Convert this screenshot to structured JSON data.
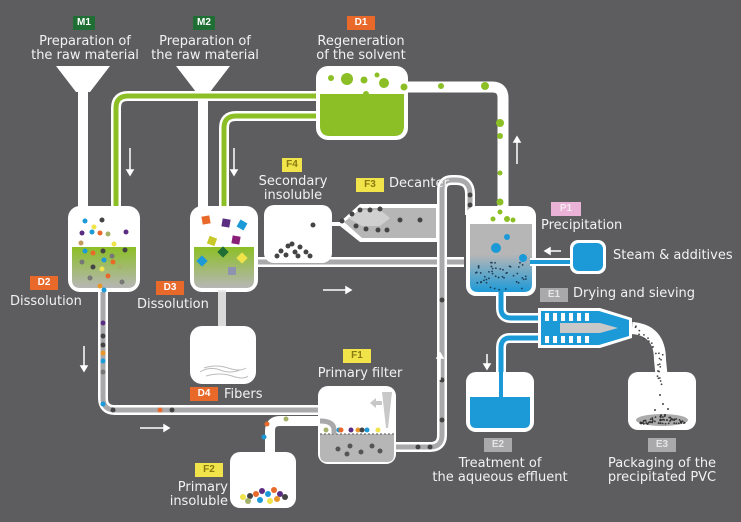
{
  "title": "PVC recycling process diagram",
  "colors": {
    "background": "#5d5d5f",
    "solvent_green": "#8cbf26",
    "water_blue": "#1c9ad8",
    "badge_green": "#1f6e33",
    "badge_orange": "#e8692a",
    "badge_yellow": "#f0e44a",
    "badge_pink": "#e9b2d6",
    "badge_gray": "#a9a9ab"
  },
  "steps": {
    "m1": {
      "code": "M1",
      "label_line1": "Preparation of",
      "label_line2": "the raw material"
    },
    "m2": {
      "code": "M2",
      "label_line1": "Preparation of",
      "label_line2": "the raw material"
    },
    "d1": {
      "code": "D1",
      "label_line1": "Regeneration",
      "label_line2": "of the solvent"
    },
    "d2": {
      "code": "D2",
      "label": "Dissolution"
    },
    "d3": {
      "code": "D3",
      "label": "Dissolution"
    },
    "d4": {
      "code": "D4",
      "label": "Fibers"
    },
    "f1": {
      "code": "F1",
      "label": "Primary filter"
    },
    "f2": {
      "code": "F2",
      "label_line1": "Primary",
      "label_line2": "insoluble"
    },
    "f3": {
      "code": "F3",
      "label": "Decanter"
    },
    "f4": {
      "code": "F4",
      "label_line1": "Secondary",
      "label_line2": "insoluble"
    },
    "p1": {
      "code": "P1",
      "label": "Precipitation"
    },
    "steam": {
      "label": "Steam & additives"
    },
    "e1": {
      "code": "E1",
      "label": "Drying and sieving"
    },
    "e2": {
      "code": "E2",
      "label_line1": "Treatment of",
      "label_line2": "the aqueous effluent"
    },
    "e3": {
      "code": "E3",
      "label_line1": "Packaging of the",
      "label_line2": "precipitated PVC"
    }
  },
  "flow_arrows": [
    "arrow-down",
    "arrow-down",
    "arrow-down",
    "arrow-right",
    "arrow-right",
    "arrow-up",
    "arrow-up",
    "arrow-left",
    "arrow-down"
  ]
}
